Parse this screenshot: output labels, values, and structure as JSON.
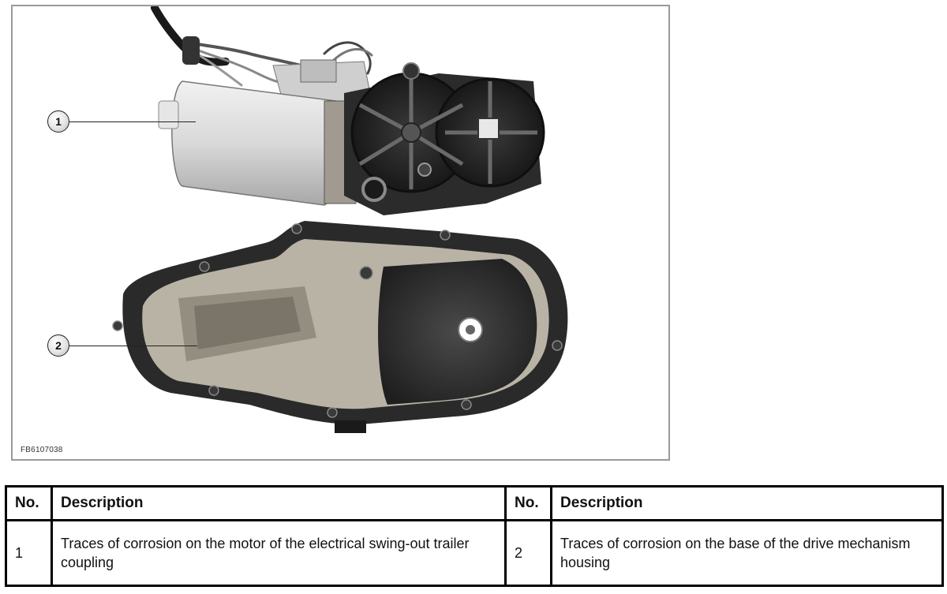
{
  "figure": {
    "image_id": "FB6107038",
    "callouts": [
      "1",
      "2"
    ]
  },
  "legend": {
    "headers": [
      "No.",
      "Description",
      "No.",
      "Description"
    ],
    "rows": [
      {
        "no_1": "1",
        "desc_1": "Traces of corrosion on the motor of the electrical swing-out trailer coupling",
        "no_2": "2",
        "desc_2": "Traces of corrosion on the base of the drive mechanism housing"
      }
    ]
  }
}
